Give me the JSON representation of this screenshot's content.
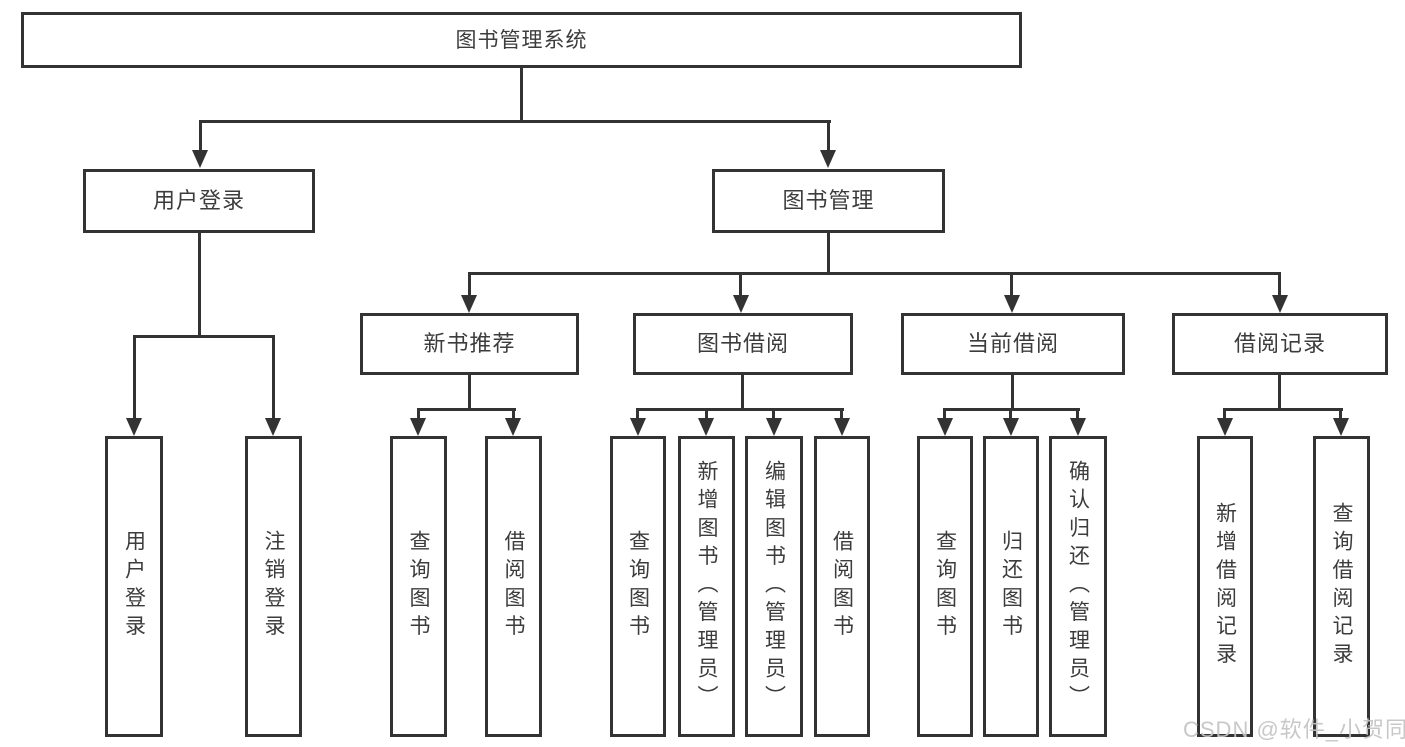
{
  "diagram": {
    "type": "hierarchy-tree",
    "title": "图书管理系统",
    "nodes": {
      "root": {
        "label": "图书管理系统"
      },
      "user_login": {
        "label": "用户登录"
      },
      "book_management": {
        "label": "图书管理"
      },
      "new_book_recommend": {
        "label": "新书推荐"
      },
      "book_borrowing": {
        "label": "图书借阅"
      },
      "current_borrowing": {
        "label": "当前借阅"
      },
      "borrowing_records": {
        "label": "借阅记录"
      },
      "leaf_user_login": {
        "label": "用户登录"
      },
      "leaf_logout": {
        "label": "注销登录"
      },
      "leaf_query_book_rec": {
        "label": "查询图书"
      },
      "leaf_borrow_book_rec": {
        "label": "借阅图书"
      },
      "leaf_query_book_borrow": {
        "label": "查询图书"
      },
      "leaf_add_book": {
        "label": "新增图书（管理员）"
      },
      "leaf_edit_book": {
        "label": "编辑图书（管理员）"
      },
      "leaf_borrow_book_borrow": {
        "label": "借阅图书"
      },
      "leaf_query_book_current": {
        "label": "查询图书"
      },
      "leaf_return_book": {
        "label": "归还图书"
      },
      "leaf_confirm_return": {
        "label": "确认归还（管理员）"
      },
      "leaf_add_borrow_record": {
        "label": "新增借阅记录"
      },
      "leaf_query_borrow_record": {
        "label": "查询借阅记录"
      }
    },
    "hierarchy": {
      "图书管理系统": {
        "用户登录": [
          "用户登录",
          "注销登录"
        ],
        "图书管理": {
          "新书推荐": [
            "查询图书",
            "借阅图书"
          ],
          "图书借阅": [
            "查询图书",
            "新增图书（管理员）",
            "编辑图书（管理员）",
            "借阅图书"
          ],
          "当前借阅": [
            "查询图书",
            "归还图书",
            "确认归还（管理员）"
          ],
          "借阅记录": [
            "新增借阅记录",
            "查询借阅记录"
          ]
        }
      }
    },
    "colors": {
      "line": "#333333",
      "box_border": "#333333",
      "text": "#3c3c3c",
      "background": "#ffffff",
      "watermark": "#c4c4c4"
    }
  },
  "watermark": {
    "text": "CSDN @软件_小贺同学"
  }
}
